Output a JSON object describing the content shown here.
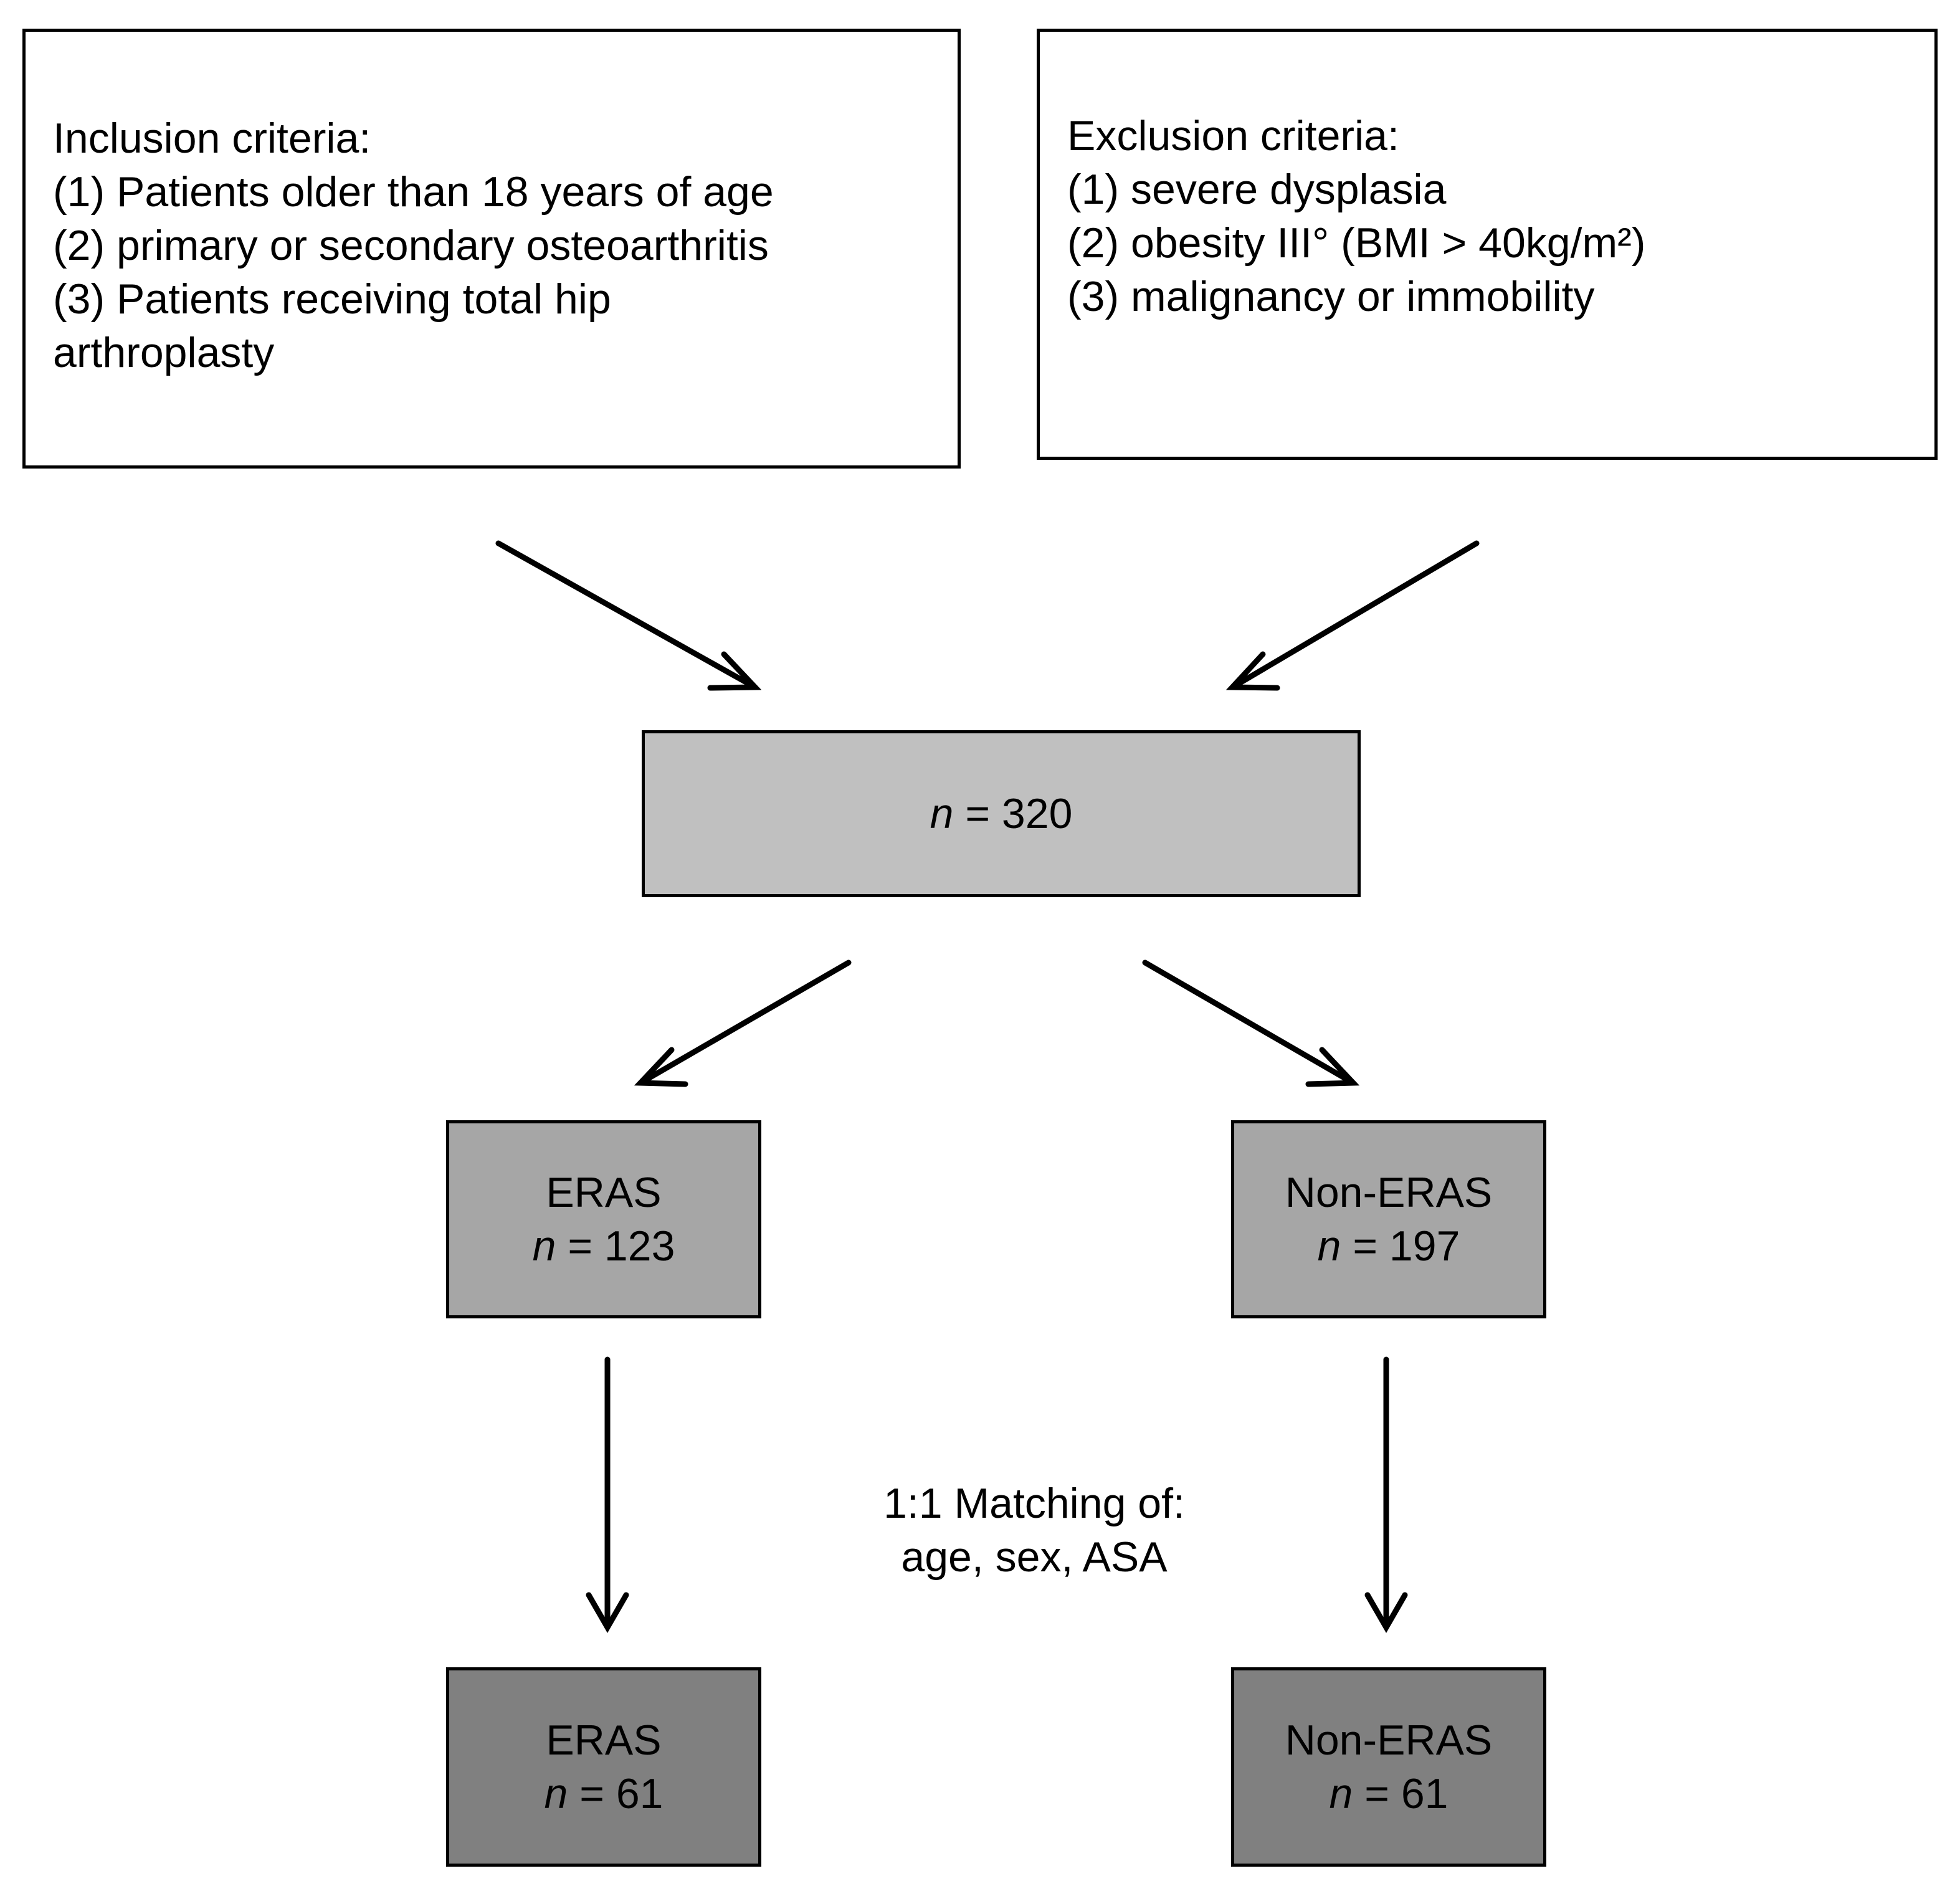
{
  "inclusion": {
    "title": "Inclusion criteria:",
    "items": [
      "(1) Patients older than 18 years of age",
      "(2) primary or secondary osteoarthritis",
      "(3) Patients receiving total hip",
      "arthroplasty"
    ]
  },
  "exclusion": {
    "title": "Exclusion criteria:",
    "items": [
      "(1) severe dysplasia",
      "(2) obesity III° (BMI > 40kg/m²)",
      "(3) malignancy or immobility"
    ]
  },
  "total": {
    "n_label": "n",
    "value": "= 320"
  },
  "eras": {
    "label": "ERAS",
    "n_label": "n",
    "value": "= 123"
  },
  "non_eras": {
    "label": "Non-ERAS",
    "n_label": "n",
    "value": "= 197"
  },
  "matching": {
    "line1": "1:1 Matching of:",
    "line2": "age, sex, ASA"
  },
  "eras_matched": {
    "label": "ERAS",
    "n_label": "n",
    "value": "= 61"
  },
  "non_eras_matched": {
    "label": "Non-ERAS",
    "n_label": "n",
    "value": "= 61"
  },
  "colors": {
    "total_fill": "#c0c0c0",
    "group_fill": "#a6a6a6",
    "matched_fill": "#808080",
    "stroke": "#000000"
  }
}
